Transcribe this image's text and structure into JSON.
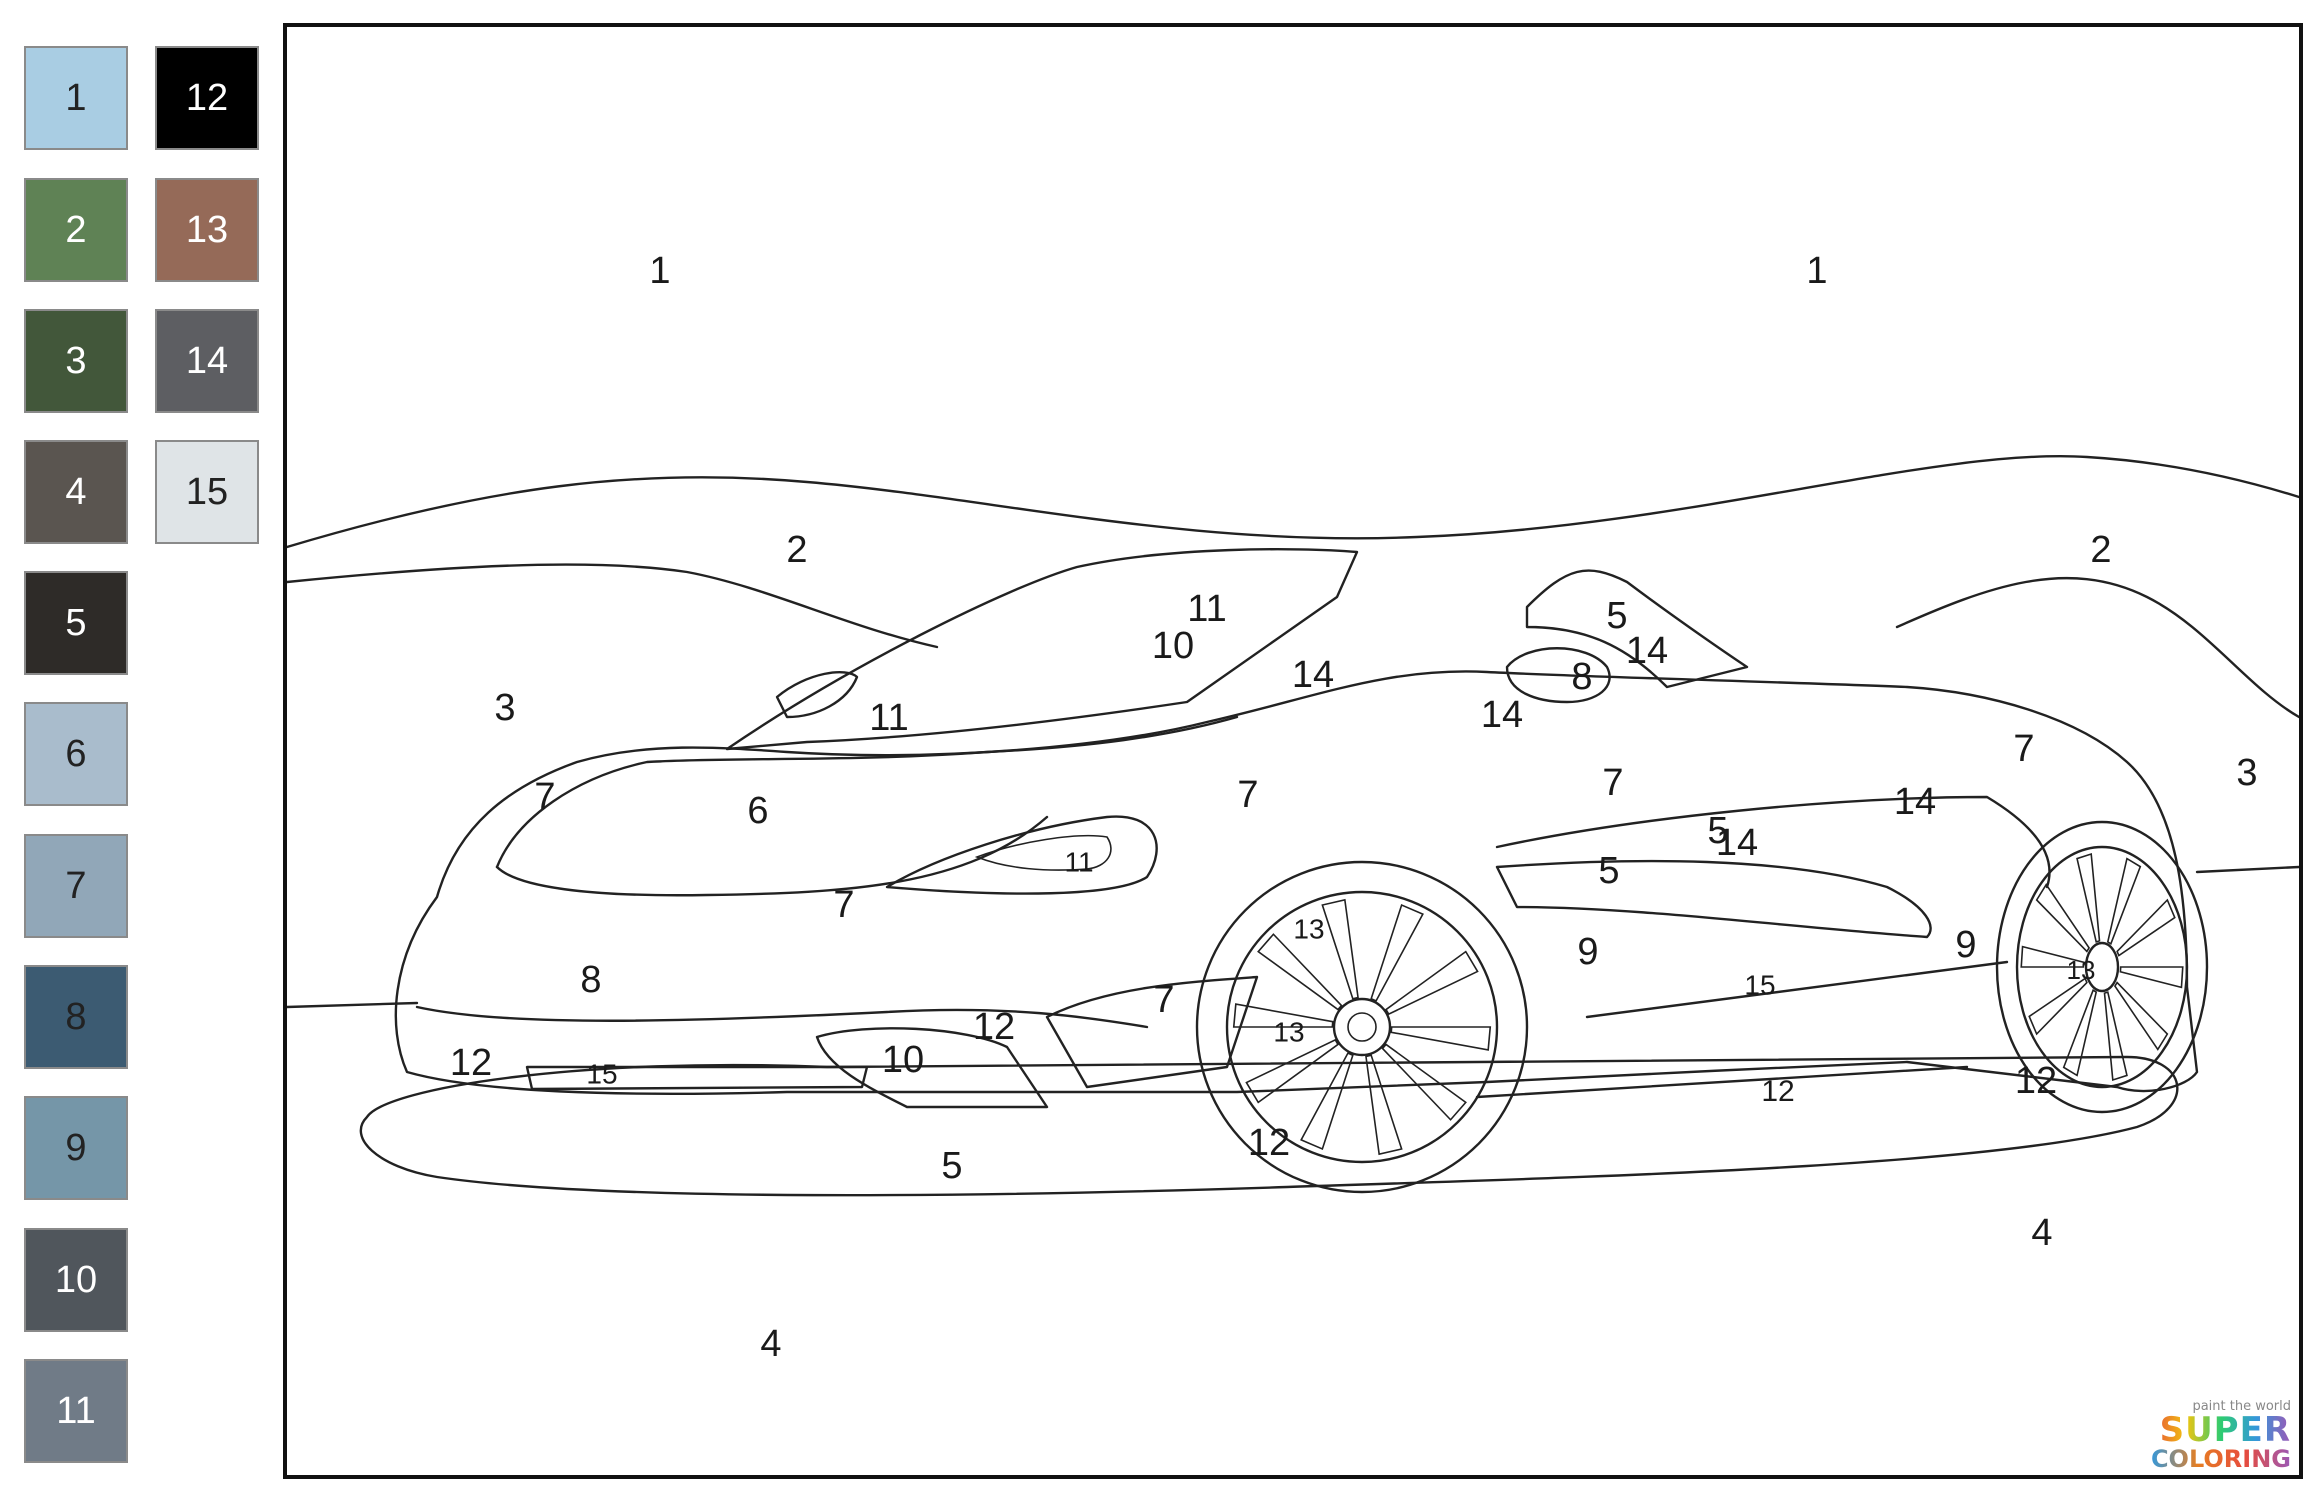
{
  "palette": [
    {
      "num": "1",
      "color": "#a9cde3"
    },
    {
      "num": "2",
      "color": "#5f8255"
    },
    {
      "num": "3",
      "color": "#42573a"
    },
    {
      "num": "4",
      "color": "#5a5550"
    },
    {
      "num": "5",
      "color": "#2e2b28"
    },
    {
      "num": "6",
      "color": "#a9bccc"
    },
    {
      "num": "7",
      "color": "#91a7b8"
    },
    {
      "num": "8",
      "color": "#3c5b72"
    },
    {
      "num": "9",
      "color": "#7596a8"
    },
    {
      "num": "10",
      "color": "#50565c"
    },
    {
      "num": "11",
      "color": "#707b87"
    },
    {
      "num": "12",
      "color": "#000000"
    },
    {
      "num": "13",
      "color": "#956a58"
    },
    {
      "num": "14",
      "color": "#5d5e62"
    },
    {
      "num": "15",
      "color": "#dfe4e7"
    }
  ],
  "light_text_numbers": [
    "2",
    "3",
    "4",
    "5",
    "10",
    "11",
    "12",
    "13",
    "14"
  ],
  "regions": [
    {
      "n": "1"
    },
    {
      "n": "1"
    },
    {
      "n": "2"
    },
    {
      "n": "2"
    },
    {
      "n": "3"
    },
    {
      "n": "3"
    },
    {
      "n": "4"
    },
    {
      "n": "4"
    },
    {
      "n": "5"
    },
    {
      "n": "5"
    },
    {
      "n": "5"
    },
    {
      "n": "5"
    },
    {
      "n": "6"
    },
    {
      "n": "7"
    },
    {
      "n": "7"
    },
    {
      "n": "7"
    },
    {
      "n": "7"
    },
    {
      "n": "7"
    },
    {
      "n": "7"
    },
    {
      "n": "8"
    },
    {
      "n": "8"
    },
    {
      "n": "9"
    },
    {
      "n": "9"
    },
    {
      "n": "10"
    },
    {
      "n": "10"
    },
    {
      "n": "11"
    },
    {
      "n": "11"
    },
    {
      "n": "11"
    },
    {
      "n": "12"
    },
    {
      "n": "12"
    },
    {
      "n": "12"
    },
    {
      "n": "12"
    },
    {
      "n": "12"
    },
    {
      "n": "13"
    },
    {
      "n": "13"
    },
    {
      "n": "13"
    },
    {
      "n": "14"
    },
    {
      "n": "14"
    },
    {
      "n": "14"
    },
    {
      "n": "14"
    },
    {
      "n": "14"
    },
    {
      "n": "15"
    },
    {
      "n": "15"
    }
  ],
  "watermark": {
    "tagline": "paint the world",
    "line1": "SUPER",
    "line2": "COLORING"
  }
}
